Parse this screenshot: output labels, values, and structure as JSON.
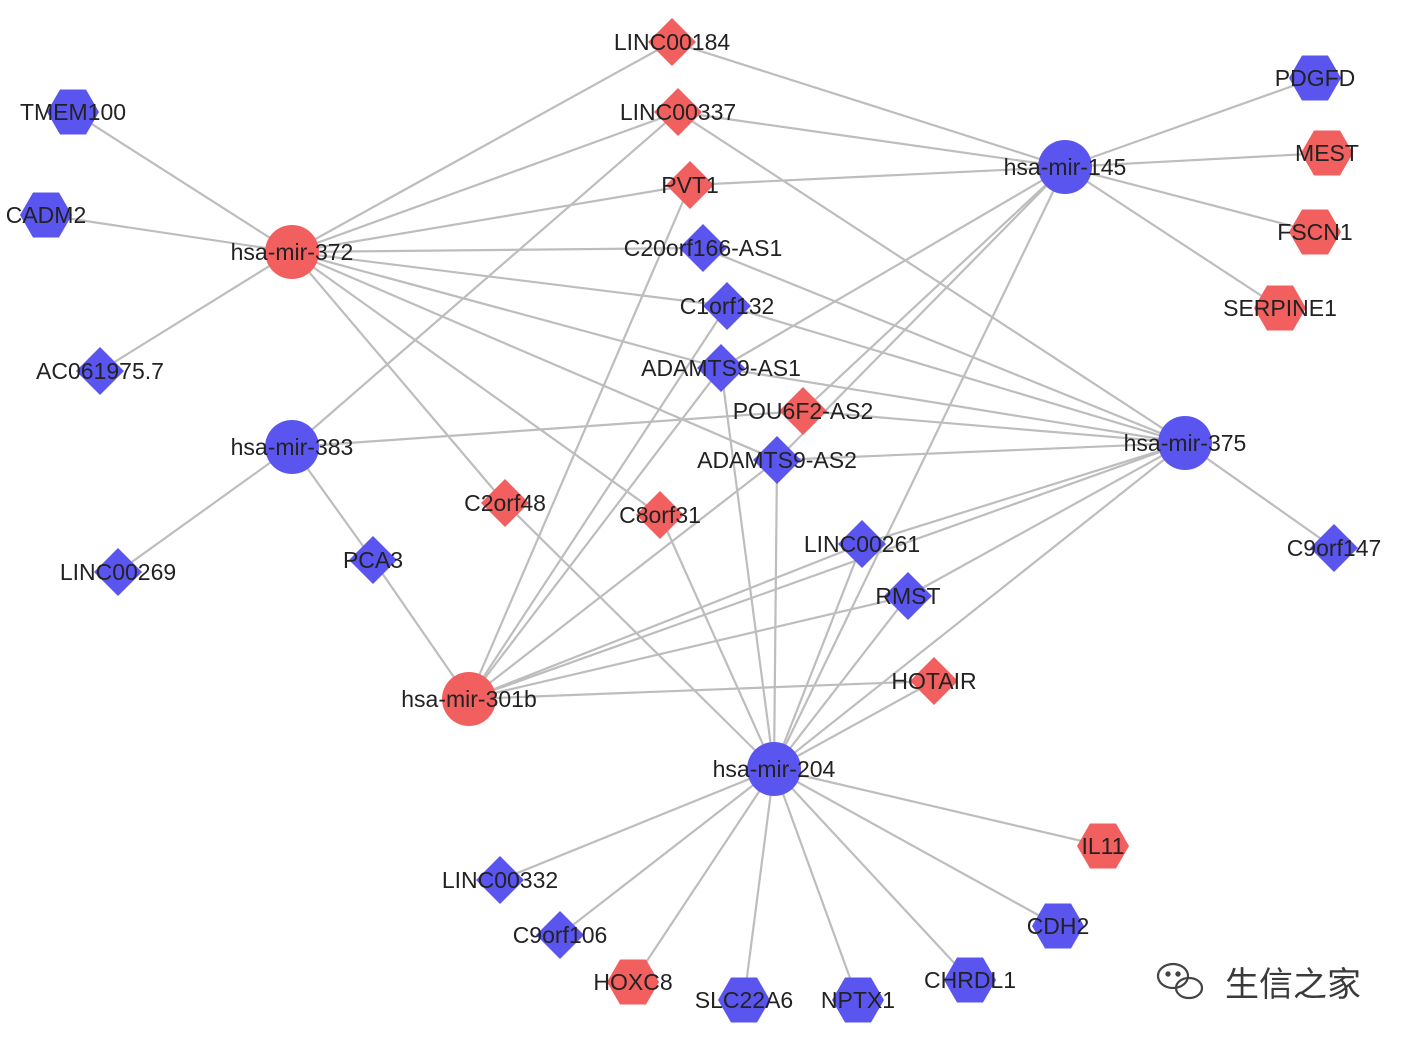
{
  "colors": {
    "upregulated": "#f25f5f",
    "downregulated": "#5b55f0",
    "edge": "#bdbdbd"
  },
  "nodes": [
    {
      "id": "LINC00184",
      "kind": "lncRNA",
      "color": "red"
    },
    {
      "id": "LINC00337",
      "kind": "lncRNA",
      "color": "red"
    },
    {
      "id": "PVT1",
      "kind": "lncRNA",
      "color": "red"
    },
    {
      "id": "C20orf166-AS1",
      "kind": "lncRNA",
      "color": "blue"
    },
    {
      "id": "C1orf132",
      "kind": "lncRNA",
      "color": "blue"
    },
    {
      "id": "ADAMTS9-AS1",
      "kind": "lncRNA",
      "color": "blue"
    },
    {
      "id": "POU6F2-AS2",
      "kind": "lncRNA",
      "color": "red"
    },
    {
      "id": "ADAMTS9-AS2",
      "kind": "lncRNA",
      "color": "blue"
    },
    {
      "id": "C2orf48",
      "kind": "lncRNA",
      "color": "red"
    },
    {
      "id": "C8orf31",
      "kind": "lncRNA",
      "color": "red"
    },
    {
      "id": "LINC00261",
      "kind": "lncRNA",
      "color": "blue"
    },
    {
      "id": "RMST",
      "kind": "lncRNA",
      "color": "blue"
    },
    {
      "id": "HOTAIR",
      "kind": "lncRNA",
      "color": "red"
    },
    {
      "id": "AC061975.7",
      "kind": "lncRNA",
      "color": "blue"
    },
    {
      "id": "LINC00269",
      "kind": "lncRNA",
      "color": "blue"
    },
    {
      "id": "PCA3",
      "kind": "lncRNA",
      "color": "blue"
    },
    {
      "id": "C9orf147",
      "kind": "lncRNA",
      "color": "blue"
    },
    {
      "id": "LINC00332",
      "kind": "lncRNA",
      "color": "blue"
    },
    {
      "id": "C9orf106",
      "kind": "lncRNA",
      "color": "blue"
    },
    {
      "id": "hsa-mir-372",
      "kind": "miRNA",
      "color": "red"
    },
    {
      "id": "hsa-mir-383",
      "kind": "miRNA",
      "color": "blue"
    },
    {
      "id": "hsa-mir-145",
      "kind": "miRNA",
      "color": "blue"
    },
    {
      "id": "hsa-mir-375",
      "kind": "miRNA",
      "color": "blue"
    },
    {
      "id": "hsa-mir-301b",
      "kind": "miRNA",
      "color": "red"
    },
    {
      "id": "hsa-mir-204",
      "kind": "miRNA",
      "color": "blue"
    },
    {
      "id": "TMEM100",
      "kind": "mRNA",
      "color": "blue"
    },
    {
      "id": "CADM2",
      "kind": "mRNA",
      "color": "blue"
    },
    {
      "id": "PDGFD",
      "kind": "mRNA",
      "color": "blue"
    },
    {
      "id": "MEST",
      "kind": "mRNA",
      "color": "red"
    },
    {
      "id": "FSCN1",
      "kind": "mRNA",
      "color": "red"
    },
    {
      "id": "SERPINE1",
      "kind": "mRNA",
      "color": "red"
    },
    {
      "id": "IL11",
      "kind": "mRNA",
      "color": "red"
    },
    {
      "id": "CDH2",
      "kind": "mRNA",
      "color": "blue"
    },
    {
      "id": "CHRDL1",
      "kind": "mRNA",
      "color": "blue"
    },
    {
      "id": "NPTX1",
      "kind": "mRNA",
      "color": "blue"
    },
    {
      "id": "SLC22A6",
      "kind": "mRNA",
      "color": "blue"
    },
    {
      "id": "HOXC8",
      "kind": "mRNA",
      "color": "red"
    }
  ],
  "edges": [
    [
      "hsa-mir-372",
      "TMEM100"
    ],
    [
      "hsa-mir-372",
      "CADM2"
    ],
    [
      "hsa-mir-372",
      "AC061975.7"
    ],
    [
      "hsa-mir-372",
      "LINC00184"
    ],
    [
      "hsa-mir-372",
      "LINC00337"
    ],
    [
      "hsa-mir-372",
      "PVT1"
    ],
    [
      "hsa-mir-372",
      "C20orf166-AS1"
    ],
    [
      "hsa-mir-372",
      "C1orf132"
    ],
    [
      "hsa-mir-372",
      "ADAMTS9-AS1"
    ],
    [
      "hsa-mir-372",
      "ADAMTS9-AS2"
    ],
    [
      "hsa-mir-372",
      "C2orf48"
    ],
    [
      "hsa-mir-372",
      "C8orf31"
    ],
    [
      "hsa-mir-383",
      "LINC00337"
    ],
    [
      "hsa-mir-383",
      "LINC00269"
    ],
    [
      "hsa-mir-383",
      "PCA3"
    ],
    [
      "hsa-mir-383",
      "POU6F2-AS2"
    ],
    [
      "hsa-mir-145",
      "LINC00184"
    ],
    [
      "hsa-mir-145",
      "LINC00337"
    ],
    [
      "hsa-mir-145",
      "PVT1"
    ],
    [
      "hsa-mir-145",
      "PDGFD"
    ],
    [
      "hsa-mir-145",
      "MEST"
    ],
    [
      "hsa-mir-145",
      "FSCN1"
    ],
    [
      "hsa-mir-145",
      "SERPINE1"
    ],
    [
      "hsa-mir-145",
      "ADAMTS9-AS1"
    ],
    [
      "hsa-mir-145",
      "POU6F2-AS2"
    ],
    [
      "hsa-mir-145",
      "ADAMTS9-AS2"
    ],
    [
      "hsa-mir-145",
      "hsa-mir-204"
    ],
    [
      "hsa-mir-375",
      "LINC00337"
    ],
    [
      "hsa-mir-375",
      "C20orf166-AS1"
    ],
    [
      "hsa-mir-375",
      "C1orf132"
    ],
    [
      "hsa-mir-375",
      "ADAMTS9-AS1"
    ],
    [
      "hsa-mir-375",
      "POU6F2-AS2"
    ],
    [
      "hsa-mir-375",
      "ADAMTS9-AS2"
    ],
    [
      "hsa-mir-375",
      "LINC00261"
    ],
    [
      "hsa-mir-375",
      "RMST"
    ],
    [
      "hsa-mir-375",
      "C9orf147"
    ],
    [
      "hsa-mir-375",
      "hsa-mir-301b"
    ],
    [
      "hsa-mir-375",
      "hsa-mir-204"
    ],
    [
      "hsa-mir-301b",
      "PCA3"
    ],
    [
      "hsa-mir-301b",
      "HOTAIR"
    ],
    [
      "hsa-mir-301b",
      "LINC00261"
    ],
    [
      "hsa-mir-301b",
      "RMST"
    ],
    [
      "hsa-mir-301b",
      "ADAMTS9-AS2"
    ],
    [
      "hsa-mir-301b",
      "ADAMTS9-AS1"
    ],
    [
      "hsa-mir-301b",
      "C1orf132"
    ],
    [
      "hsa-mir-301b",
      "PVT1"
    ],
    [
      "hsa-mir-204",
      "C2orf48"
    ],
    [
      "hsa-mir-204",
      "C8orf31"
    ],
    [
      "hsa-mir-204",
      "ADAMTS9-AS1"
    ],
    [
      "hsa-mir-204",
      "ADAMTS9-AS2"
    ],
    [
      "hsa-mir-204",
      "LINC00261"
    ],
    [
      "hsa-mir-204",
      "RMST"
    ],
    [
      "hsa-mir-204",
      "HOTAIR"
    ],
    [
      "hsa-mir-204",
      "IL11"
    ],
    [
      "hsa-mir-204",
      "CDH2"
    ],
    [
      "hsa-mir-204",
      "CHRDL1"
    ],
    [
      "hsa-mir-204",
      "NPTX1"
    ],
    [
      "hsa-mir-204",
      "SLC22A6"
    ],
    [
      "hsa-mir-204",
      "HOXC8"
    ],
    [
      "hsa-mir-204",
      "C9orf106"
    ],
    [
      "hsa-mir-204",
      "LINC00332"
    ]
  ],
  "watermark": {
    "text": "生信之家",
    "icon": "wechat-icon"
  }
}
